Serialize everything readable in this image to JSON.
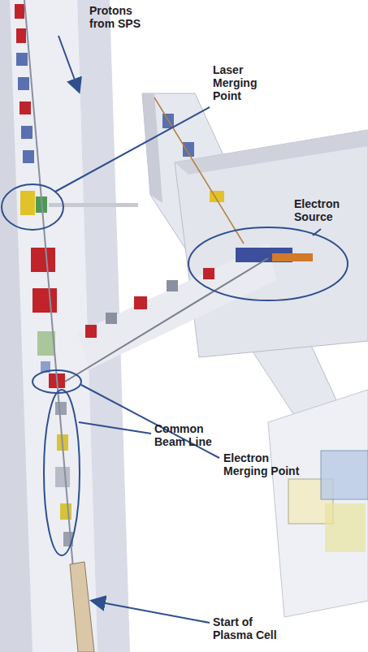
{
  "diagram": {
    "labels": [
      "Protons from SPS",
      "Laser Merging Point",
      "Electron Source",
      "Electron Merging Point",
      "Common Beam Line",
      "Start of Plasma Cell"
    ]
  }
}
